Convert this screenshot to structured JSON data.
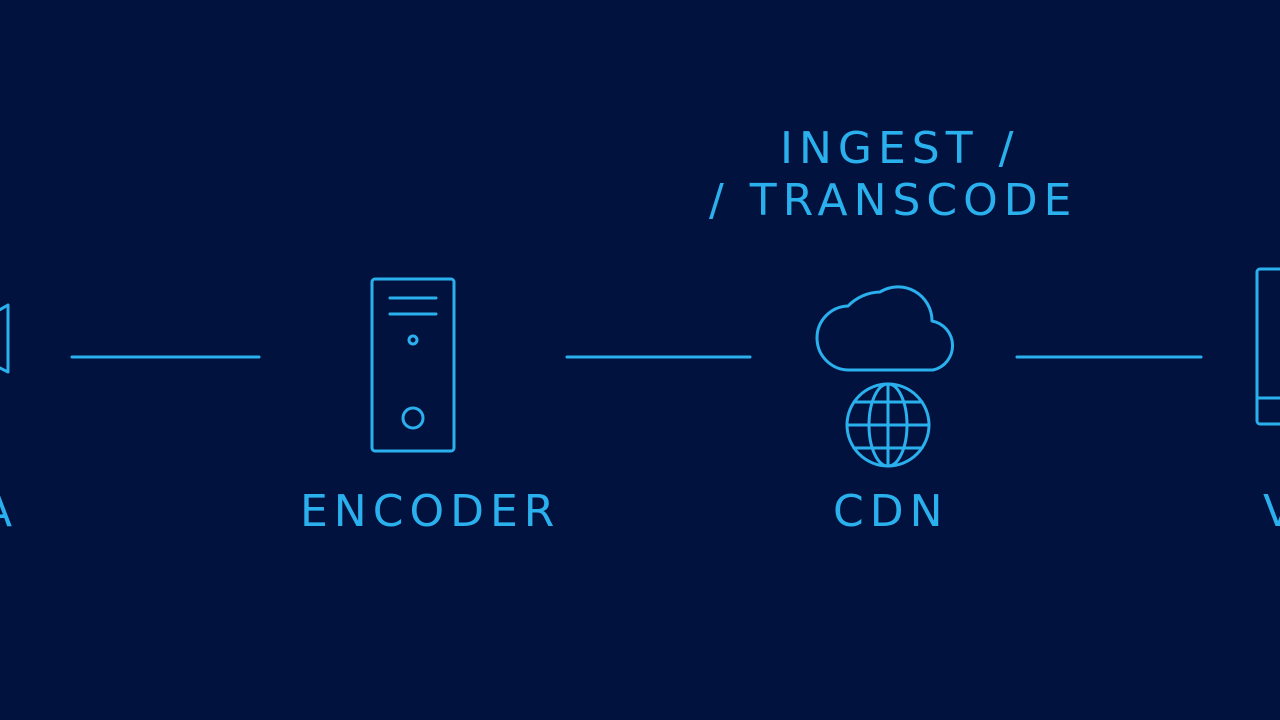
{
  "colors": {
    "background": "#02123f",
    "accent": "#2bb0ee"
  },
  "nodes": {
    "left_partial_label": "A",
    "encoder_label": "ENCODER",
    "cdn_label": "CDN",
    "cdn_annotation_line1": "INGEST /",
    "cdn_annotation_line2": "/ TRANSCODE",
    "right_partial_label": "V"
  },
  "icons": {
    "left": "camera-icon",
    "encoder": "server-tower-icon",
    "cdn_cloud": "cloud-icon",
    "cdn_globe": "globe-icon",
    "right": "display-device-icon"
  }
}
